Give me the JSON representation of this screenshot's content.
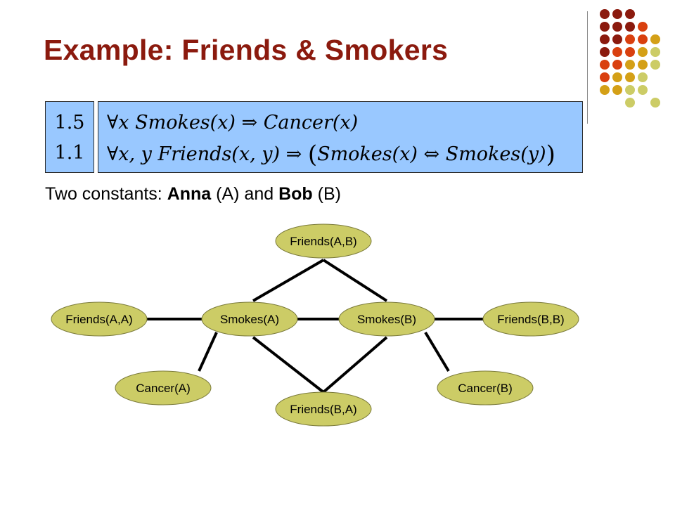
{
  "title": "Example: Friends & Smokers",
  "rules": [
    {
      "weight": "1.5",
      "formula": "∀x Smokes(x) ⇒ Cancer(x)"
    },
    {
      "weight": "1.1",
      "formula_prefix": "∀x, y Friends(x, y) ⇒ ",
      "formula_open": "(",
      "formula_body": "Smokes(x) ⇔ Smokes(y)",
      "formula_close": ")"
    }
  ],
  "constants": {
    "prefix": "Two constants: ",
    "name1": "Anna",
    "abbr1": " (A) and ",
    "name2": "Bob",
    "abbr2": " (B)"
  },
  "network": {
    "nodes": [
      {
        "id": "friends_ab",
        "label": "Friends(A,B)"
      },
      {
        "id": "friends_aa",
        "label": "Friends(A,A)"
      },
      {
        "id": "smokes_a",
        "label": "Smokes(A)"
      },
      {
        "id": "smokes_b",
        "label": "Smokes(B)"
      },
      {
        "id": "friends_bb",
        "label": "Friends(B,B)"
      },
      {
        "id": "cancer_a",
        "label": "Cancer(A)"
      },
      {
        "id": "friends_ba",
        "label": "Friends(B,A)"
      },
      {
        "id": "cancer_b",
        "label": "Cancer(B)"
      }
    ],
    "edges": [
      [
        "friends_ab",
        "smokes_a"
      ],
      [
        "friends_ab",
        "smokes_b"
      ],
      [
        "friends_aa",
        "smokes_a"
      ],
      [
        "smokes_a",
        "smokes_b"
      ],
      [
        "smokes_b",
        "friends_bb"
      ],
      [
        "smokes_a",
        "cancer_a"
      ],
      [
        "smokes_a",
        "friends_ba"
      ],
      [
        "smokes_b",
        "friends_ba"
      ],
      [
        "smokes_b",
        "cancer_b"
      ]
    ],
    "node_color": "#cccc66",
    "edge_color": "#000000"
  },
  "colors": {
    "title": "#8b1a0e",
    "formula_box": "#99c8ff",
    "dot_dark_red": "#8b1a0e",
    "dot_orange": "#d9400f",
    "dot_gold": "#d4a017",
    "dot_yellow_green": "#cccc66"
  }
}
